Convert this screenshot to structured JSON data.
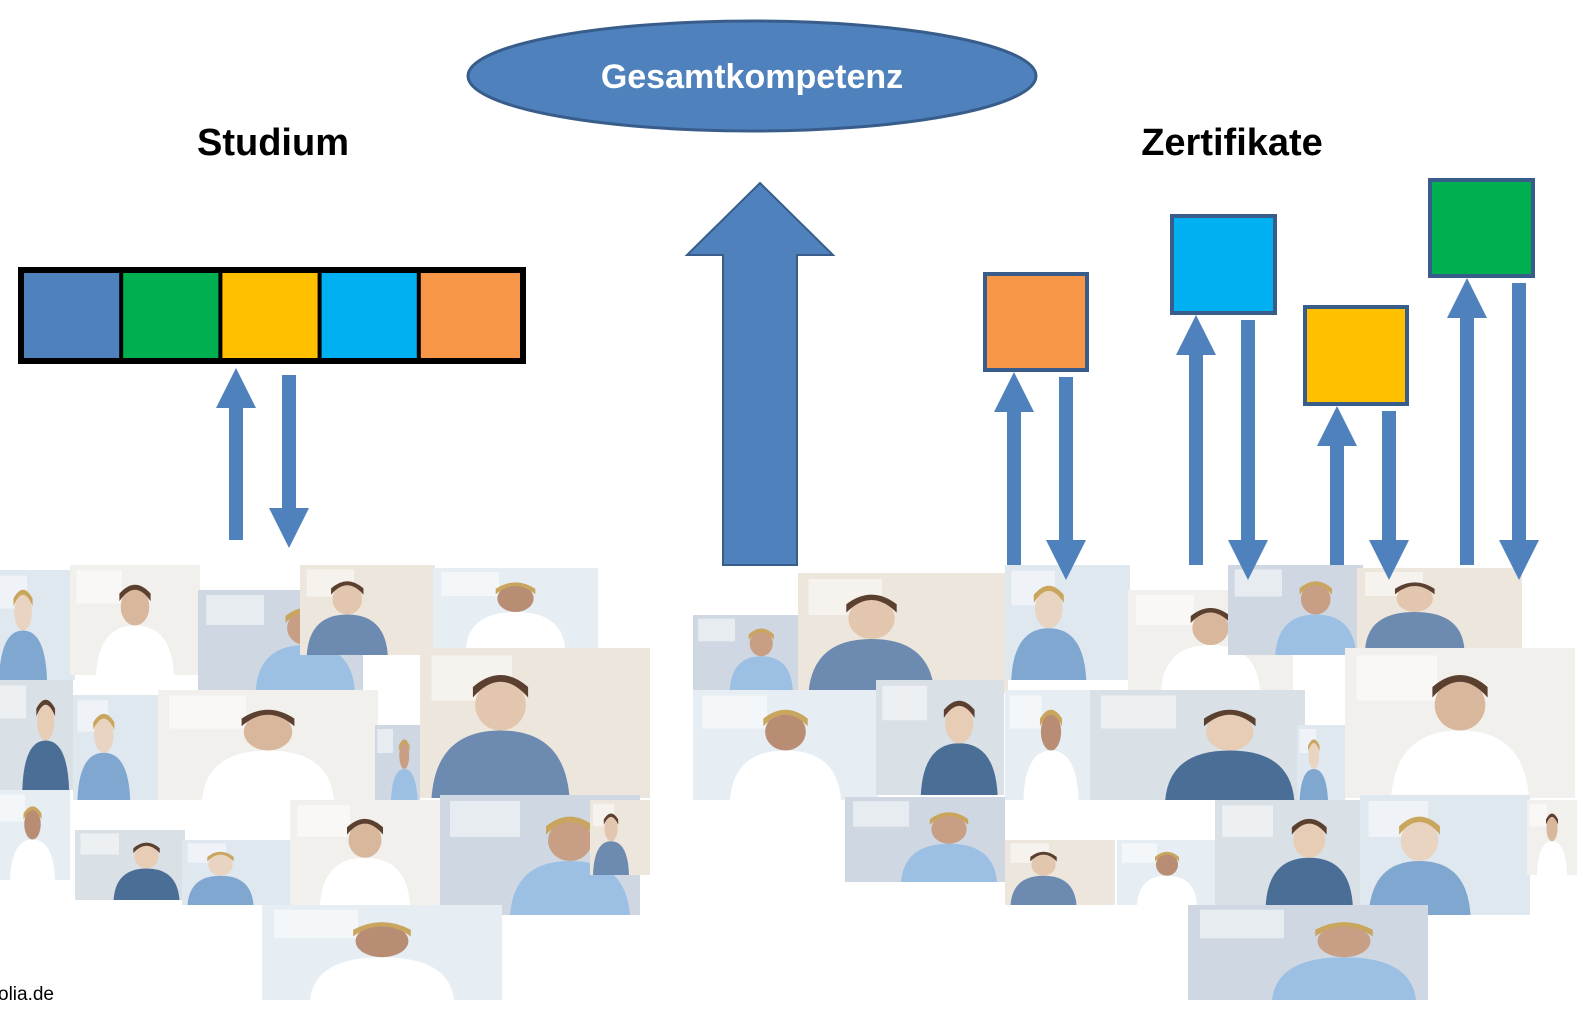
{
  "diagram": {
    "top_node": "Gesamtkompetenz",
    "left_heading": "Studium",
    "right_heading": "Zertifikate",
    "credit": "olia.de"
  },
  "colors": {
    "node_fill": "#4F81BD",
    "node_stroke": "#385D8A",
    "arrow": "#4F81BD",
    "module_blue": "#4F81BD",
    "module_green": "#00B050",
    "module_yellow": "#FFC000",
    "module_cyan": "#00B0F0",
    "module_orange": "#F79646",
    "module_border": "#000000"
  },
  "studium_modules": [
    "module_blue",
    "module_green",
    "module_yellow",
    "module_cyan",
    "module_orange"
  ],
  "certificates": [
    "module_orange",
    "module_cyan",
    "module_yellow",
    "module_green"
  ],
  "photo_collage": {
    "description_icons": [
      "photo-collage-left",
      "photo-collage-right"
    ]
  }
}
